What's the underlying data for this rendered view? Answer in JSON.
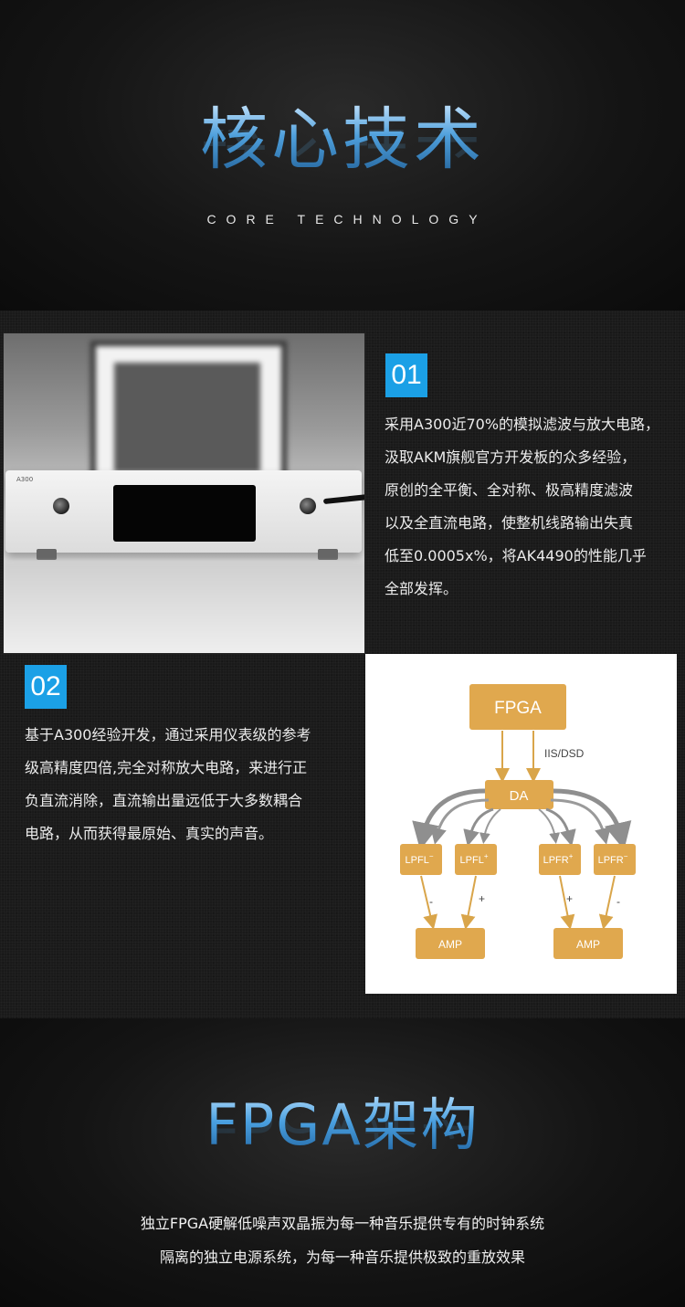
{
  "header": {
    "title": "核心技术",
    "subtitle": "CORE TECHNOLOGY"
  },
  "feature1": {
    "number": "01",
    "lines": [
      "采用A300近70%的模拟滤波与放大电路，",
      "汲取AKM旗舰官方开发板的众多经验，",
      "原创的全平衡、全对称、极高精度滤波",
      "以及全直流电路，使整机线路输出失真",
      "低至0.0005x%，将AK4490的性能几乎",
      "全部发挥。"
    ],
    "photo_label": "A300"
  },
  "feature2": {
    "number": "02",
    "lines": [
      "基于A300经验开发，通过采用仪表级的参考",
      "级高精度四倍,完全对称放大电路，来进行正",
      "负直流消除，直流输出量远低于大多数耦合",
      "电路，从而获得最原始、真实的声音。"
    ]
  },
  "diagram": {
    "fpga": "FPGA",
    "bus_label": "IIS/DSD",
    "da": "DA",
    "lpfl_minus": "LPFL",
    "lpfl_plus": "LPFL",
    "lpfr_plus": "LPFR",
    "lpfr_minus": "LPFR",
    "minus": "-",
    "plus": "+",
    "sup_minus": "−",
    "sup_plus": "+",
    "amp": "AMP",
    "colors": {
      "box": "#e0a84e",
      "arrow_gold": "#d9a54a",
      "arrow_gray": "#8f8f8f"
    }
  },
  "section2": {
    "title": "FPGA架构",
    "line1": "独立FPGA硬解低噪声双晶振为每一种音乐提供专有的时钟系统",
    "line2": "隔离的独立电源系统，为每一种音乐提供极致的重放效果"
  },
  "colors": {
    "accent": "#1ba0e6",
    "title_blue": "#4aa0e0"
  }
}
